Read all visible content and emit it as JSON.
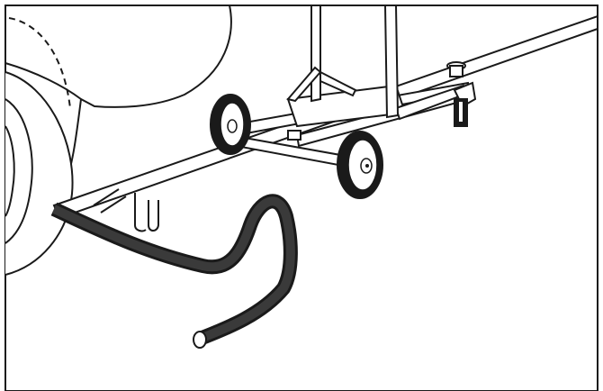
{
  "colors": {
    "paper": "#ffffff",
    "ink": "#1a1a1a",
    "bent_bar": "#222222"
  },
  "parts": [
    "vehicle-body",
    "vehicle-tire",
    "tow-tongue",
    "dolly-frame",
    "dolly-wheel-rear",
    "dolly-wheel-front",
    "upright-post",
    "caster-jack",
    "bent-tube"
  ]
}
